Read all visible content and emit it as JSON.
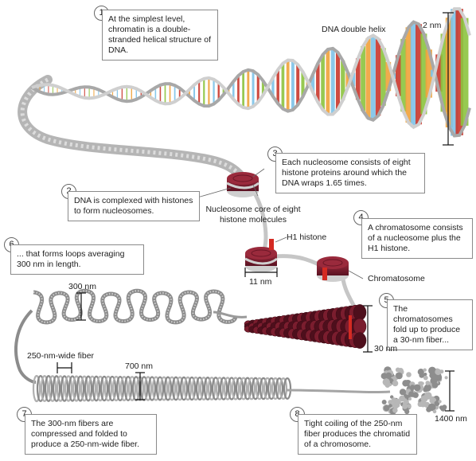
{
  "steps": [
    {
      "number": "1",
      "text": "At the simplest level, chromatin is a double-stranded helical structure of DNA."
    },
    {
      "number": "2",
      "text": "DNA is complexed with histones to form nucleosomes."
    },
    {
      "number": "3",
      "text": "Each nucleosome consists of eight histone proteins around which the DNA wraps 1.65 times."
    },
    {
      "number": "4",
      "text": "A chromatosome consists of a nucleosome plus the H1 histone."
    },
    {
      "number": "5",
      "text": "The chromatosomes fold up to produce a 30-nm fiber..."
    },
    {
      "number": "6",
      "text": "... that forms loops averaging 300 nm in length."
    },
    {
      "number": "7",
      "text": "The 300-nm fibers are compressed and folded to produce a 250-nm-wide fiber."
    },
    {
      "number": "8",
      "text": "Tight coiling of the 250-nm fiber produces the chromatid of a chromosome."
    }
  ],
  "labels": {
    "dna_double_helix": "DNA double helix",
    "two_nm": "2 nm",
    "nucleosome_core": "Nucleosome core of eight histone molecules",
    "h1_histone": "H1 histone",
    "eleven_nm": "11 nm",
    "chromatosome": "Chromatosome",
    "thirty_nm": "30 nm",
    "three_hundred_nm": "300 nm",
    "fiber_250": "250-nm-wide fiber",
    "seven_hundred_nm": "700 nm",
    "fourteen_hundred_nm": "1400 nm"
  },
  "colors": {
    "histone": "#7a1d2e",
    "histone_dark": "#4e0f1c",
    "h1_red": "#d42a22",
    "backbone": "#b9b9b9",
    "base_pairs": [
      "#c9372c",
      "#8cc43f",
      "#f0a33a",
      "#7ec3e8"
    ]
  }
}
